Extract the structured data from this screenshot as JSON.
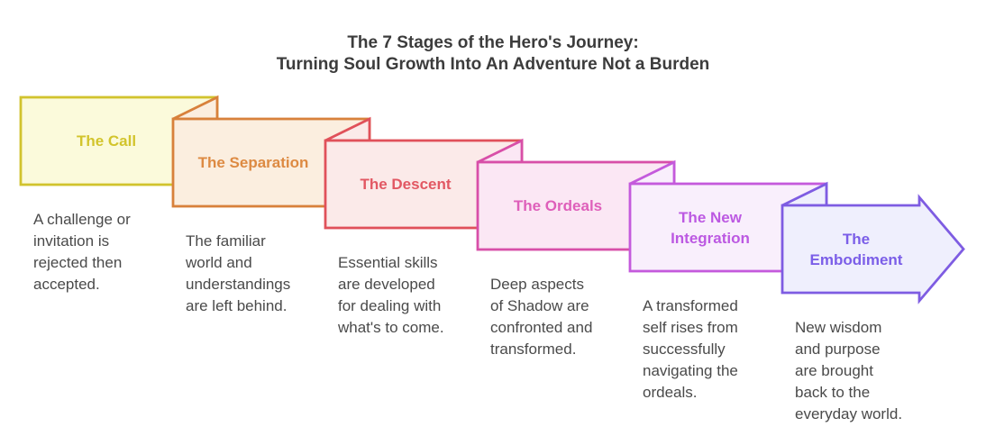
{
  "title": "The 7 Stages of the Hero's Journey:\nTurning Soul Growth Into An Adventure Not a Burden",
  "title_color": "#3C3C3C",
  "description_color": "#4A4A4A",
  "background_color": "#FFFFFF",
  "stages": [
    {
      "name": "The Call",
      "description": "A challenge or\ninvitation is\nrejected then\naccepted.",
      "fill": "#FBFADB",
      "border": "#D1C32D",
      "title_color": "#D2C42C"
    },
    {
      "name": "The Separation",
      "description": "The familiar\nworld and\nunderstandings\nare left behind.",
      "fill": "#FBEEDF",
      "border": "#D8813B",
      "title_color": "#DD8A42"
    },
    {
      "name": "The Descent",
      "description": "Essential skills\nare developed\nfor dealing with\nwhat's to come.",
      "fill": "#FBEAE9",
      "border": "#E0515A",
      "title_color": "#E25863"
    },
    {
      "name": "The Ordeals",
      "description": "Deep aspects\nof Shadow are\nconfronted and\ntransformed.",
      "fill": "#FBE7F4",
      "border": "#D84FA8",
      "title_color": "#DE5FBA"
    },
    {
      "name": "The New\nIntegration",
      "description": "A transformed\nself rises from\nsuccessfully\nnavigating the\nordeals.",
      "fill": "#F9EFFC",
      "border": "#C45ADC",
      "title_color": "#BC59E2"
    },
    {
      "name": "The\nEmbodiment",
      "description": "New wisdom\nand purpose\nare brought\nback to the\neveryday world.",
      "fill": "#EFEFFD",
      "border": "#7E5CE2",
      "title_color": "#7B5EE8"
    }
  ]
}
